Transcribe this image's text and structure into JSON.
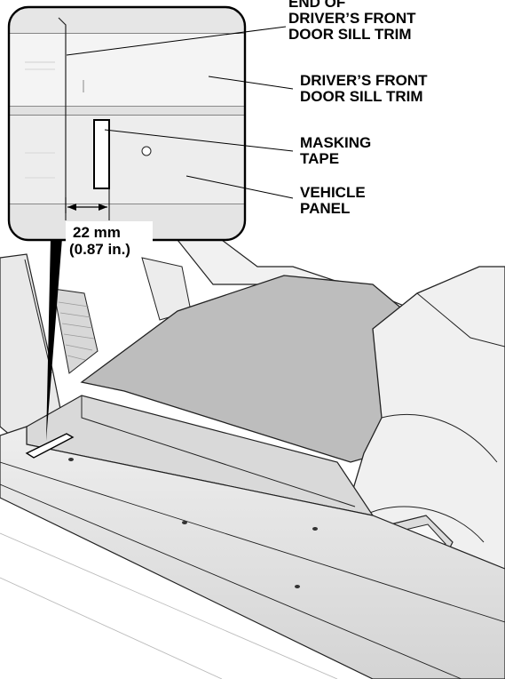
{
  "labels": {
    "end_of_trim": [
      "END OF",
      "DRIVER’S FRONT",
      "DOOR SILL TRIM"
    ],
    "door_sill_trim": [
      "DRIVER’S FRONT",
      "DOOR SILL TRIM"
    ],
    "masking_tape": [
      "MASKING",
      "TAPE"
    ],
    "vehicle_panel": [
      "VEHICLE",
      "PANEL"
    ],
    "dimension": [
      "22 mm",
      "(0.87 in.)"
    ]
  }
}
